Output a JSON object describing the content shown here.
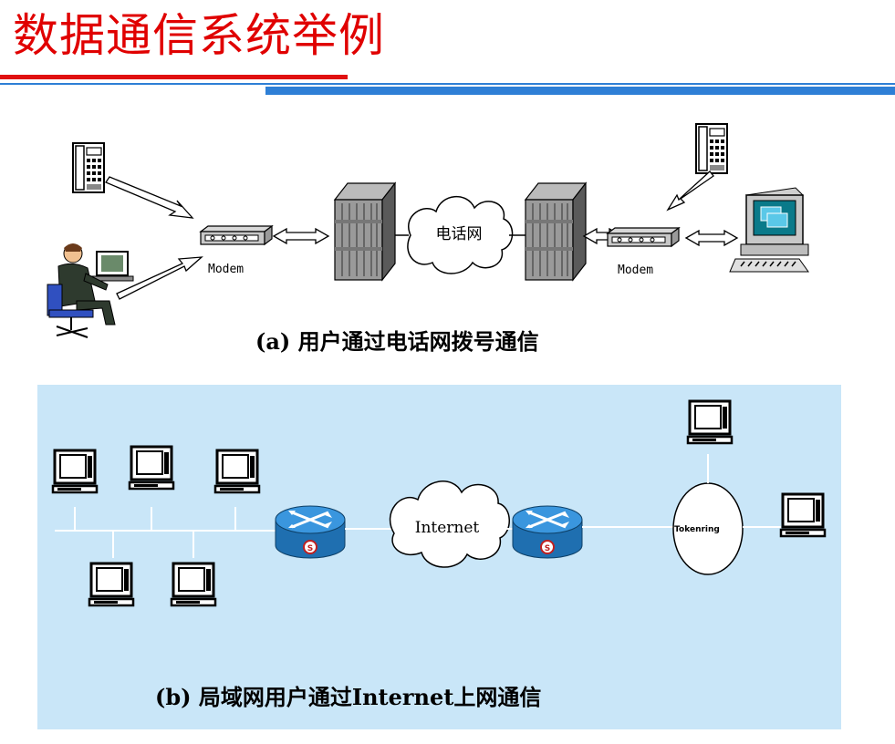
{
  "slide": {
    "title": "数据通信系统举例",
    "colors": {
      "title_text": "#e00000",
      "rule_red": "#e01010",
      "rule_blue": "#2e7fd6",
      "panel_b_background": "#c9e6f8",
      "router": "#2f88d0"
    }
  },
  "diagram_a": {
    "caption": "(a) 用户通过电话网拨号通信",
    "cloud_label": "电话网",
    "left_modem_label": "Modem",
    "right_modem_label": "Modem",
    "icons": [
      "telephone-icon",
      "user-at-computer-icon",
      "modem-icon",
      "switch-rack-icon",
      "cloud-icon",
      "desktop-computer-icon"
    ]
  },
  "diagram_b": {
    "caption": "(b) 局域网用户通过Internet上网通信",
    "cloud_label": "Internet",
    "network_label": "Tokenring",
    "icons": [
      "terminal-icon",
      "router-icon",
      "cloud-icon",
      "token-ring-icon"
    ]
  }
}
